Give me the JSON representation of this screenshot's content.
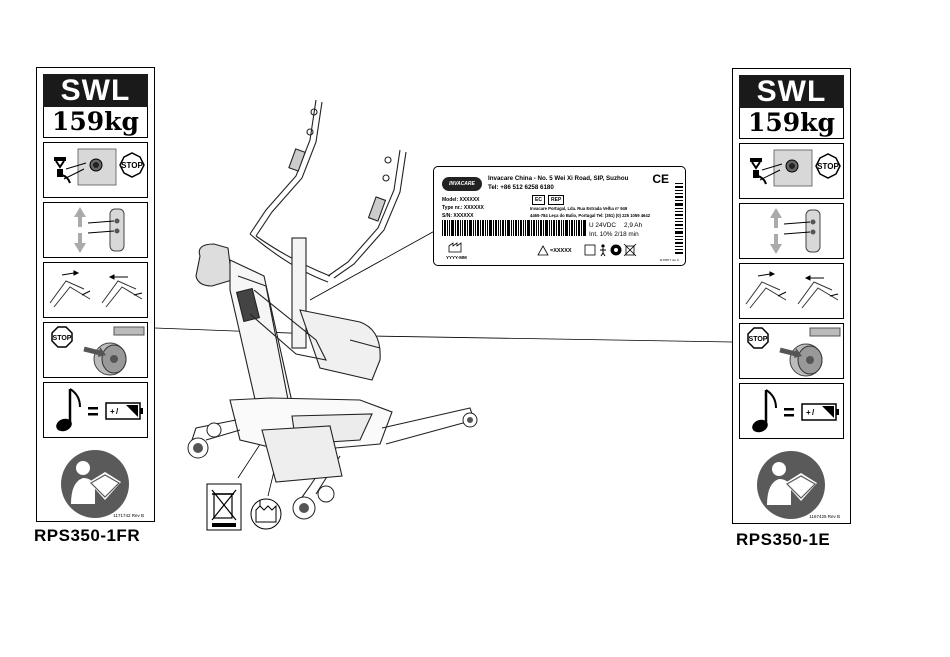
{
  "left_label": {
    "swl": "SWL",
    "weight": "159kg",
    "stop_text": "STOP",
    "ref_code": "1171742 Rev B",
    "model": "RPS350-1FR"
  },
  "right_label": {
    "swl": "SWL",
    "weight": "159kg",
    "stop_text": "STOP",
    "ref_code": "1167425 Rev B",
    "model": "RPS350-1E"
  },
  "rating_plate": {
    "logo": "INVACARE",
    "manufacturer": "Invacare China - No. 5 Wei Xi Road, SIP, Suzhou",
    "tel": "Tel: +86 512 6258 6180",
    "model": "Model: XXXXXX",
    "type": "Type nr.: XXXXXX",
    "serial": "S/N: XXXXXX",
    "ec": "EC",
    "rep": "REP",
    "rep_address_1": "Invacare Portugal, Lda. Rua Estrada Velha nº 949",
    "rep_address_2": "4465-784 Leça do Balio, Portugal Tel: (351) (0) 225 1059 4642",
    "voltage": "U 24VDC",
    "capacity": "2,9 Ah",
    "intermittent": "Int. 10% 2/18 min",
    "date_format": "YYYY-MM",
    "weight_code": "=XXXXX",
    "ce": "CE",
    "plate_code": "1170877 rev C"
  },
  "icons": {
    "swl": "safe-working-load-icon",
    "emergency_stop": "emergency-stop-icon",
    "hand_control": "hand-control-up-down-icon",
    "leg_spread": "leg-spread-icon",
    "brake": "castor-brake-icon",
    "charge": "battery-charge-icon",
    "manual": "read-manual-icon",
    "weee": "weee-bin-icon",
    "manufacture_date": "manufacture-date-icon"
  }
}
